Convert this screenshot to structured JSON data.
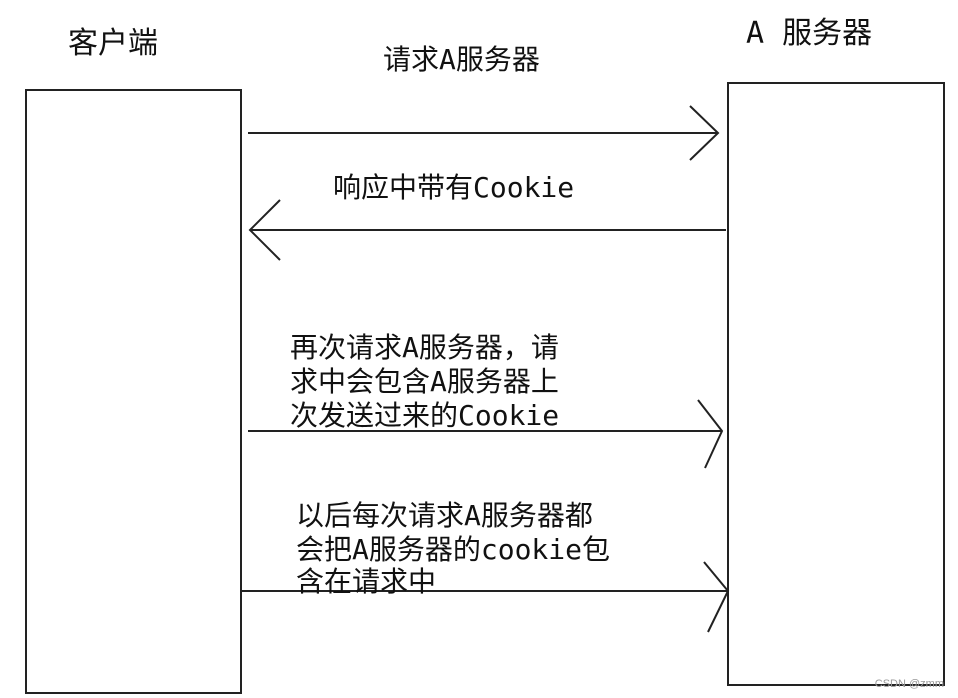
{
  "client_label": "客户端",
  "server_label": "A 服务器",
  "messages": [
    {
      "text": "请求A服务器",
      "direction": "client-to-server"
    },
    {
      "text": "响应中带有Cookie",
      "direction": "server-to-client"
    },
    {
      "lines": [
        "再次请求A服务器，请",
        "求中会包含A服务器上",
        "次发送过来的Cookie"
      ],
      "direction": "client-to-server"
    },
    {
      "lines": [
        "以后每次请求A服务器都",
        "会把A服务器的cookie包",
        "含在请求中"
      ],
      "direction": "client-to-server"
    }
  ],
  "watermark": "CSDN @zmm"
}
